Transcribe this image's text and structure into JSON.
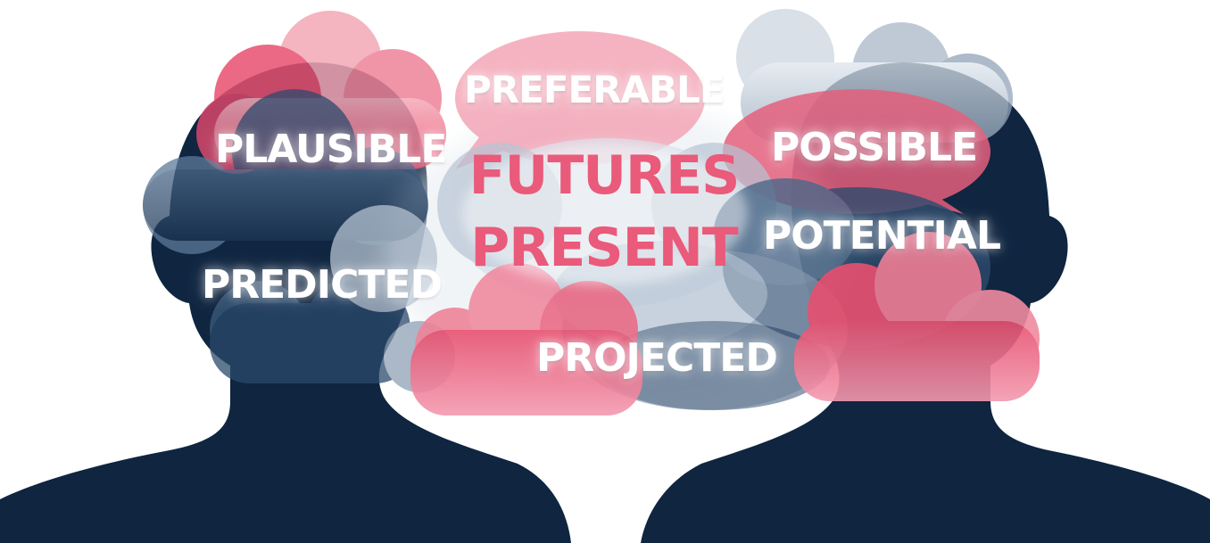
{
  "words": {
    "center_top": "FUTURES",
    "center_bottom": "PRESENT",
    "preferable": "PREFERABLE",
    "plausible": "PLAUSIBLE",
    "possible": "POSSIBLE",
    "potential": "POTENTIAL",
    "predicted": "PREDICTED",
    "projected": "PROJECTED"
  },
  "colors": {
    "silhouette": "#0f2540",
    "pink": "#e8506f",
    "pink_soft": "#f08aa0",
    "navy_bubble": "#2c4a6c",
    "gray_bubble": "#a9b8c8",
    "center_text": "#ea5a7a",
    "word_text": "#ffffff",
    "background": "#ffffff"
  },
  "icons": {
    "left_head": "person-silhouette-left",
    "right_head": "person-silhouette-right",
    "bubbles": "thought-cloud-bubbles"
  }
}
